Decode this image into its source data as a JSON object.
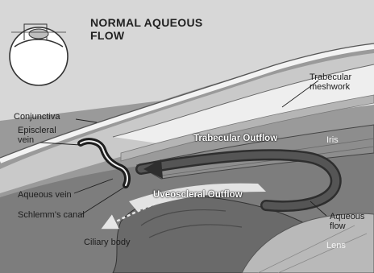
{
  "title": "NORMAL AQUEOUS FLOW",
  "labels": {
    "trabecular_meshwork": "Trabecular meshwork",
    "conjunctiva": "Conjunctiva",
    "episcleral_vein": "Episcleral vein",
    "trabecular_outflow": "Trabecular Outflow",
    "iris": "Iris",
    "aqueous_vein": "Aqueous vein",
    "uveoscleral_outflow": "Uveoscleral Outflow",
    "schlemms_canal": "Schlemm's canal",
    "aqueous_flow": "Aqueous flow",
    "ciliary_body": "Ciliary body",
    "lens": "Lens"
  },
  "colors": {
    "background": "#8f8f8f",
    "sclera": "#d9d9d9",
    "cornea": "#ededed",
    "iris": "#8a8a8a",
    "ciliary": "#6e6e6e",
    "flow_arrow": "#3a3a3a",
    "outflow_arrow": "#e6e6e6"
  }
}
